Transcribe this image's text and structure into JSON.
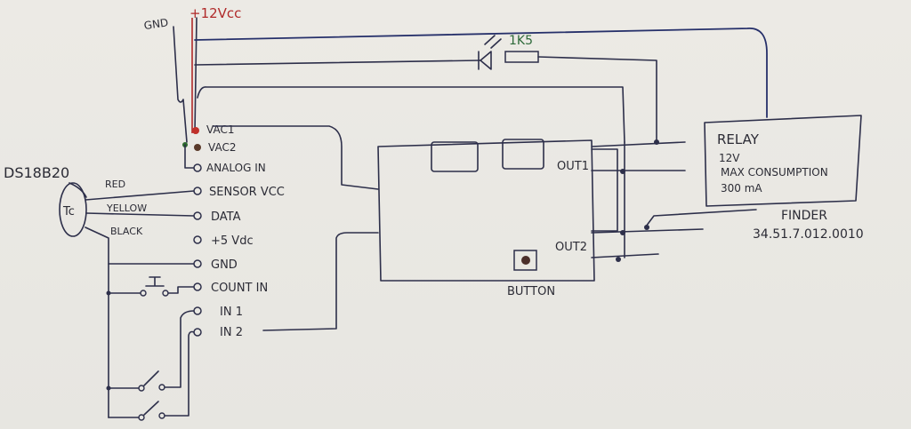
{
  "supply": {
    "gnd": "GND",
    "vcc": "+12Vcc"
  },
  "led": {
    "resistor": "1K5"
  },
  "sensor": {
    "name": "DS18B20",
    "symbol": "Tc",
    "wires": [
      "RED",
      "YELLOW",
      "BLACK"
    ]
  },
  "terminals": [
    "VAC1",
    "VAC2",
    "ANALOG IN",
    "SENSOR VCC",
    "DATA",
    "+5 Vdc",
    "GND",
    "COUNT IN",
    "IN 1",
    "IN 2"
  ],
  "board": {
    "out1": "OUT1",
    "out2": "OUT2",
    "button": "BUTTON"
  },
  "relay": {
    "lines": [
      "RELAY",
      "12V",
      "MAX CONSUMPTION",
      "300 mA"
    ],
    "maker": "FINDER",
    "part": "34.51.7.012.0010"
  },
  "colors": {
    "ink": "#2d2f4a",
    "supply_red": "#b02a2a",
    "resistor_green": "#2f6b3a",
    "terminal_red": "#c0302a"
  }
}
